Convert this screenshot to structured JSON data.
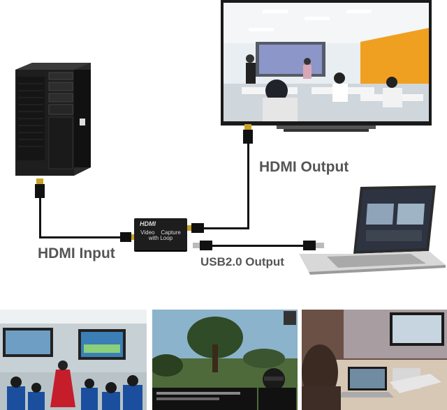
{
  "labels": {
    "hdmi_output": "HDMI Output",
    "hdmi_input": "HDMI Input",
    "usb_output": "USB2.0 Output"
  },
  "device": {
    "logo": "HDMI",
    "line1": "Video    Capture",
    "line2": "with Loop"
  },
  "colors": {
    "label": "#555555",
    "cable": "#111111",
    "tv_frame": "#1a1a1a",
    "pc_case": "#1c1c1c"
  },
  "icons": [
    "desktop-pc-icon",
    "tv-monitor-icon",
    "laptop-icon",
    "capture-card-icon",
    "hdmi-plug-icon",
    "usb-plug-icon"
  ],
  "photos": [
    "classroom-photo",
    "game-stream-photo",
    "video-conference-photo"
  ]
}
